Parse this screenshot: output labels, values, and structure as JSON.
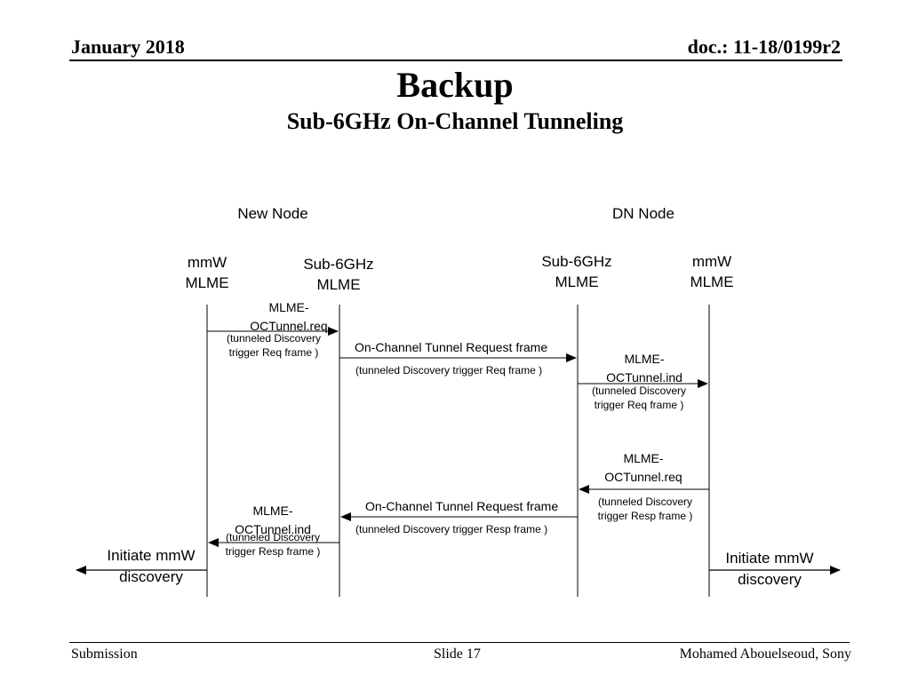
{
  "header": {
    "date": "January 2018",
    "doc": "doc.: 11-18/0199r2"
  },
  "slide": {
    "title": "Backup",
    "subtitle": "Sub-6GHz On-Channel Tunneling"
  },
  "diagram": {
    "new_node": "New Node",
    "dn_node": "DN Node",
    "lifelines": {
      "new_mmw": [
        "mmW",
        "MLME"
      ],
      "new_sub6": [
        "Sub-6GHz",
        "MLME"
      ],
      "dn_sub6": [
        "Sub-6GHz",
        "MLME"
      ],
      "dn_mmw": [
        "mmW",
        "MLME"
      ]
    },
    "messages": {
      "m1_primitive": [
        "MLME-",
        "OCTunnel.req"
      ],
      "m1_note": [
        "(tunneled Discovery",
        "trigger Req frame )"
      ],
      "m2_frame": "On-Channel Tunnel Request frame",
      "m2_note": "(tunneled Discovery trigger Req frame )",
      "m3_primitive": [
        "MLME-",
        "OCTunnel.ind"
      ],
      "m3_note": [
        "(tunneled Discovery",
        "trigger Req frame )"
      ],
      "m4_primitive": [
        "MLME-",
        "OCTunnel.req"
      ],
      "m4_note": [
        "(tunneled Discovery",
        "trigger Resp frame )"
      ],
      "m5_frame": "On-Channel Tunnel Request frame",
      "m5_note": "(tunneled Discovery trigger Resp frame )",
      "m6_primitive": [
        "MLME-",
        "OCTunnel.ind"
      ],
      "m6_note": [
        "(tunneled Discovery",
        "trigger Resp frame )"
      ]
    },
    "initiate_left": [
      "Initiate mmW",
      "discovery"
    ],
    "initiate_right": [
      "Initiate mmW",
      "discovery"
    ]
  },
  "footer": {
    "left": "Submission",
    "center": "Slide 17",
    "right": "Mohamed Abouelseoud, Sony"
  }
}
